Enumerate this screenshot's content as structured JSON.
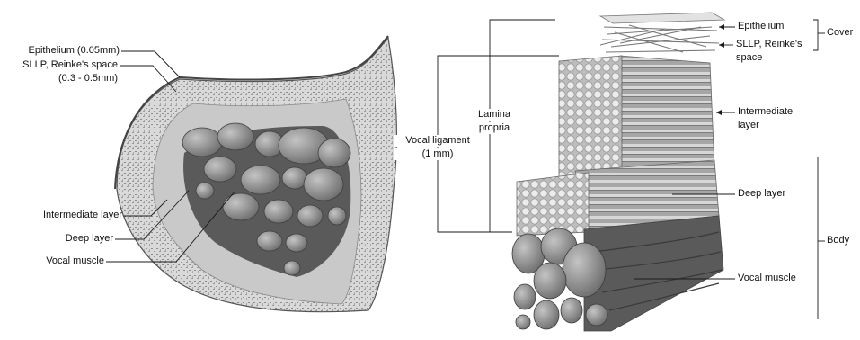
{
  "left_panel": {
    "labels": {
      "epithelium": "Epithelium (0.05mm)",
      "sllp": "SLLP, Reinke's space",
      "sllp_size": "(0.3 - 0.5mm)",
      "intermediate": "Intermediate layer",
      "deep": "Deep layer",
      "muscle": "Vocal muscle"
    }
  },
  "right_panel": {
    "labels": {
      "epithelium": "Epithelium",
      "sllp_line1": "SLLP, Reinke's",
      "sllp_line2": "space",
      "intermediate_line1": "Intermediate",
      "intermediate_line2": "layer",
      "deep": "Deep layer",
      "muscle": "Vocal muscle",
      "cover": "Cover",
      "body": "Body",
      "lamina_line1": "Lamina",
      "lamina_line2": "propria",
      "ligament_line1": "Vocal ligament",
      "ligament_line2": "(1 mm)"
    }
  },
  "colors": {
    "line": "#1a1a1a",
    "tissue_light": "#d4d4d4",
    "tissue_mid": "#a9a9a9",
    "tissue_dark": "#5e5e5e",
    "muscle": "#8a8a8a"
  }
}
